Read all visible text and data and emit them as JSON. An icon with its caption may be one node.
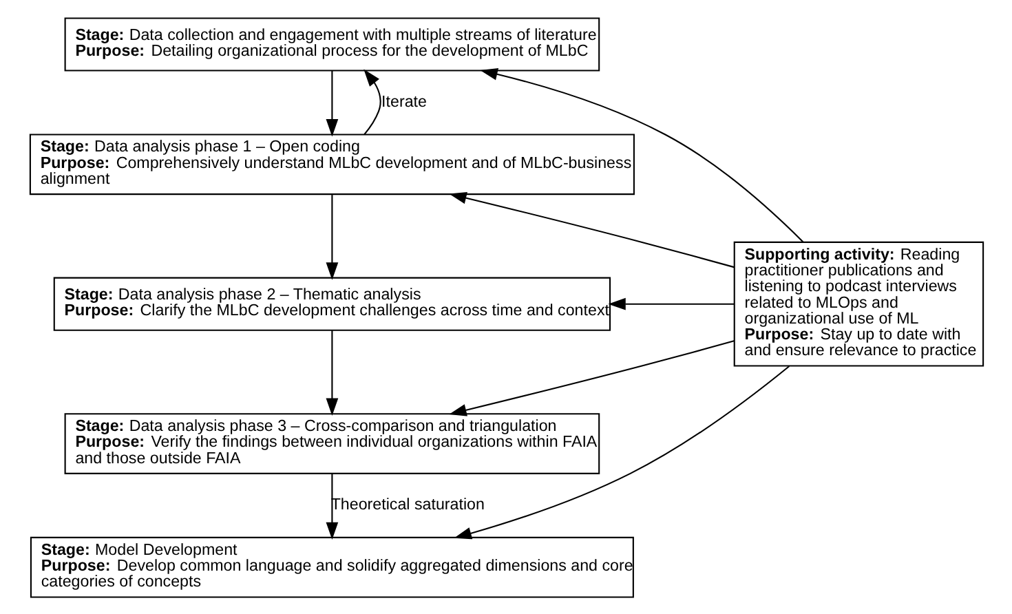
{
  "diagram": {
    "nodes": [
      {
        "text": [
          "**Stage:** Data collection and engagement with multiple streams of literature",
          "**Purpose:** Detailing organizational process for the development of MLbC"
        ]
      },
      {
        "text": [
          "**Stage:** Data analysis phase 1 – Open coding",
          "**Purpose:** Comprehensively understand MLbC development and of MLbC-business alignment"
        ]
      },
      {
        "text": [
          "**Stage:** Data analysis phase 2 – Thematic analysis",
          "**Purpose:** Clarify the MLbC development challenges across time and context"
        ]
      },
      {
        "text": [
          "**Stage:** Data analysis phase 3 – Cross-comparison and triangulation",
          "**Purpose:** Verify the findings between individual organizations within FAIA and those outside FAIA"
        ]
      },
      {
        "text": [
          "**Stage:** Model Development",
          "**Purpose:** Develop common language and solidify aggregated dimensions and core categories of concepts"
        ]
      },
      {
        "text": [
          "**Supporting activity:** Reading practitioner publications and listening to podcast interviews related to MLOps and organizational use of ML",
          "**Purpose:** Stay up to date with and ensure relevance to practice"
        ]
      }
    ],
    "edges": [
      {
        "from": 0,
        "to": 1,
        "arrow": "to"
      },
      {
        "from": 1,
        "to": 0,
        "arrow": "to",
        "label": "Iterate"
      },
      {
        "from": 1,
        "to": 2,
        "arrow": "to"
      },
      {
        "from": 2,
        "to": 3,
        "arrow": "to"
      },
      {
        "from": 3,
        "to": 4,
        "arrow": "to",
        "label": "Theoretical saturation"
      },
      {
        "from": 5,
        "to": 0,
        "arrow": "to"
      },
      {
        "from": 5,
        "to": 1,
        "arrow": "to"
      },
      {
        "from": 5,
        "to": 2,
        "arrow": "to"
      },
      {
        "from": 5,
        "to": 3,
        "arrow": "to"
      },
      {
        "from": 5,
        "to": 4,
        "arrow": "to"
      }
    ]
  }
}
